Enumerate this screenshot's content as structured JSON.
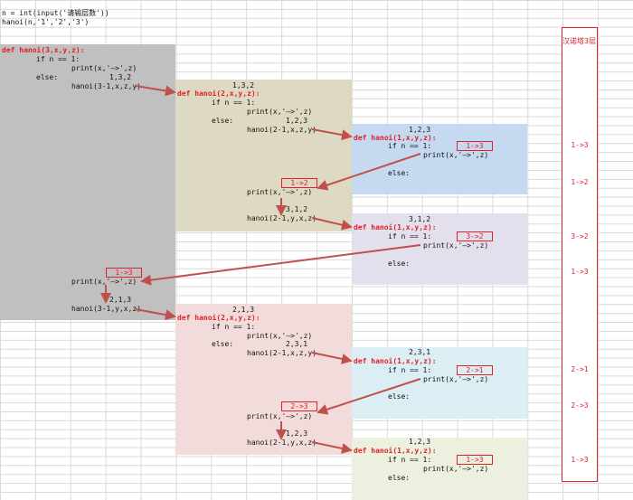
{
  "code_header": {
    "line1": "n = int(input('请输层数'))",
    "line2": "hanoi(n,'1','2','3')"
  },
  "colors": {
    "grey": "#c0c0c0",
    "tan": "#ddd9c3",
    "blue": "#c5d9f1",
    "lavender": "#e4dfec",
    "pink": "#f2dcdb",
    "cyan": "#daeef3",
    "olive": "#ebf1de",
    "red": "#e0202a",
    "arrow": "#c0504d"
  },
  "level3": {
    "def": "def hanoi(3,x,y,z):",
    "if_line": "if n == 1:",
    "print_line": "print(x,'—>',z)",
    "else_line": "else:",
    "args1": "1,3,2",
    "call1": "hanoi(3-1,x,z,y)",
    "badge_mid": "1->3",
    "print_mid": "print(x,'—>',z)",
    "args2": "2,1,3",
    "call2": "hanoi(3-1,y,x,z)"
  },
  "tan_block": {
    "args_in": "1,3,2",
    "def": "def hanoi(2,x,y,z):",
    "if_line": "if n == 1:",
    "print_line": "print(x,'—>',z)",
    "else_line": "else:",
    "args1": "1,2,3",
    "call1": "hanoi(2-1,x,z,y)",
    "badge_mid": "1->2",
    "print_mid": "print(x,'—>',z)",
    "args2": "3,1,2",
    "call2": "hanoi(2-1,y,x,z)"
  },
  "pink_block": {
    "args_in": "2,1,3",
    "def": "def hanoi(2,x,y,z):",
    "if_line": "if n == 1:",
    "print_line": "print(x,'—>',z)",
    "else_line": "else:",
    "args1": "2,3,1",
    "call1": "hanoi(2-1,x,z,y)",
    "badge_mid": "2->3",
    "print_mid": "print(x,'—>',z)",
    "args2": "1,2,3",
    "call2": "hanoi(2-1,y,x,z)"
  },
  "leaf_blocks": [
    {
      "args_in": "1,2,3",
      "def": "def hanoi(1,x,y,z):",
      "if_line": "if n == 1:",
      "badge": "1->3",
      "print_line": "print(x,'—>',z)",
      "else_line": "else:"
    },
    {
      "args_in": "3,1,2",
      "def": "def hanoi(1,x,y,z):",
      "if_line": "if n == 1:",
      "badge": "3->2",
      "print_line": "print(x,'—>',z)",
      "else_line": "else:"
    },
    {
      "args_in": "2,3,1",
      "def": "def hanoi(1,x,y,z):",
      "if_line": "if n == 1:",
      "badge": "2->1",
      "print_line": "print(x,'—>',z)",
      "else_line": "else:"
    },
    {
      "args_in": "1,2,3",
      "def": "def hanoi(1,x,y,z):",
      "if_line": "if n == 1:",
      "badge": "1->3",
      "print_line": "print(x,'—>',z)",
      "else_line": "else:"
    }
  ],
  "sidebar": {
    "title": "汉诺塔3层",
    "moves": [
      "1->3",
      "1->2",
      "3->2",
      "1->3",
      "2->1",
      "2->3",
      "1->3"
    ]
  }
}
